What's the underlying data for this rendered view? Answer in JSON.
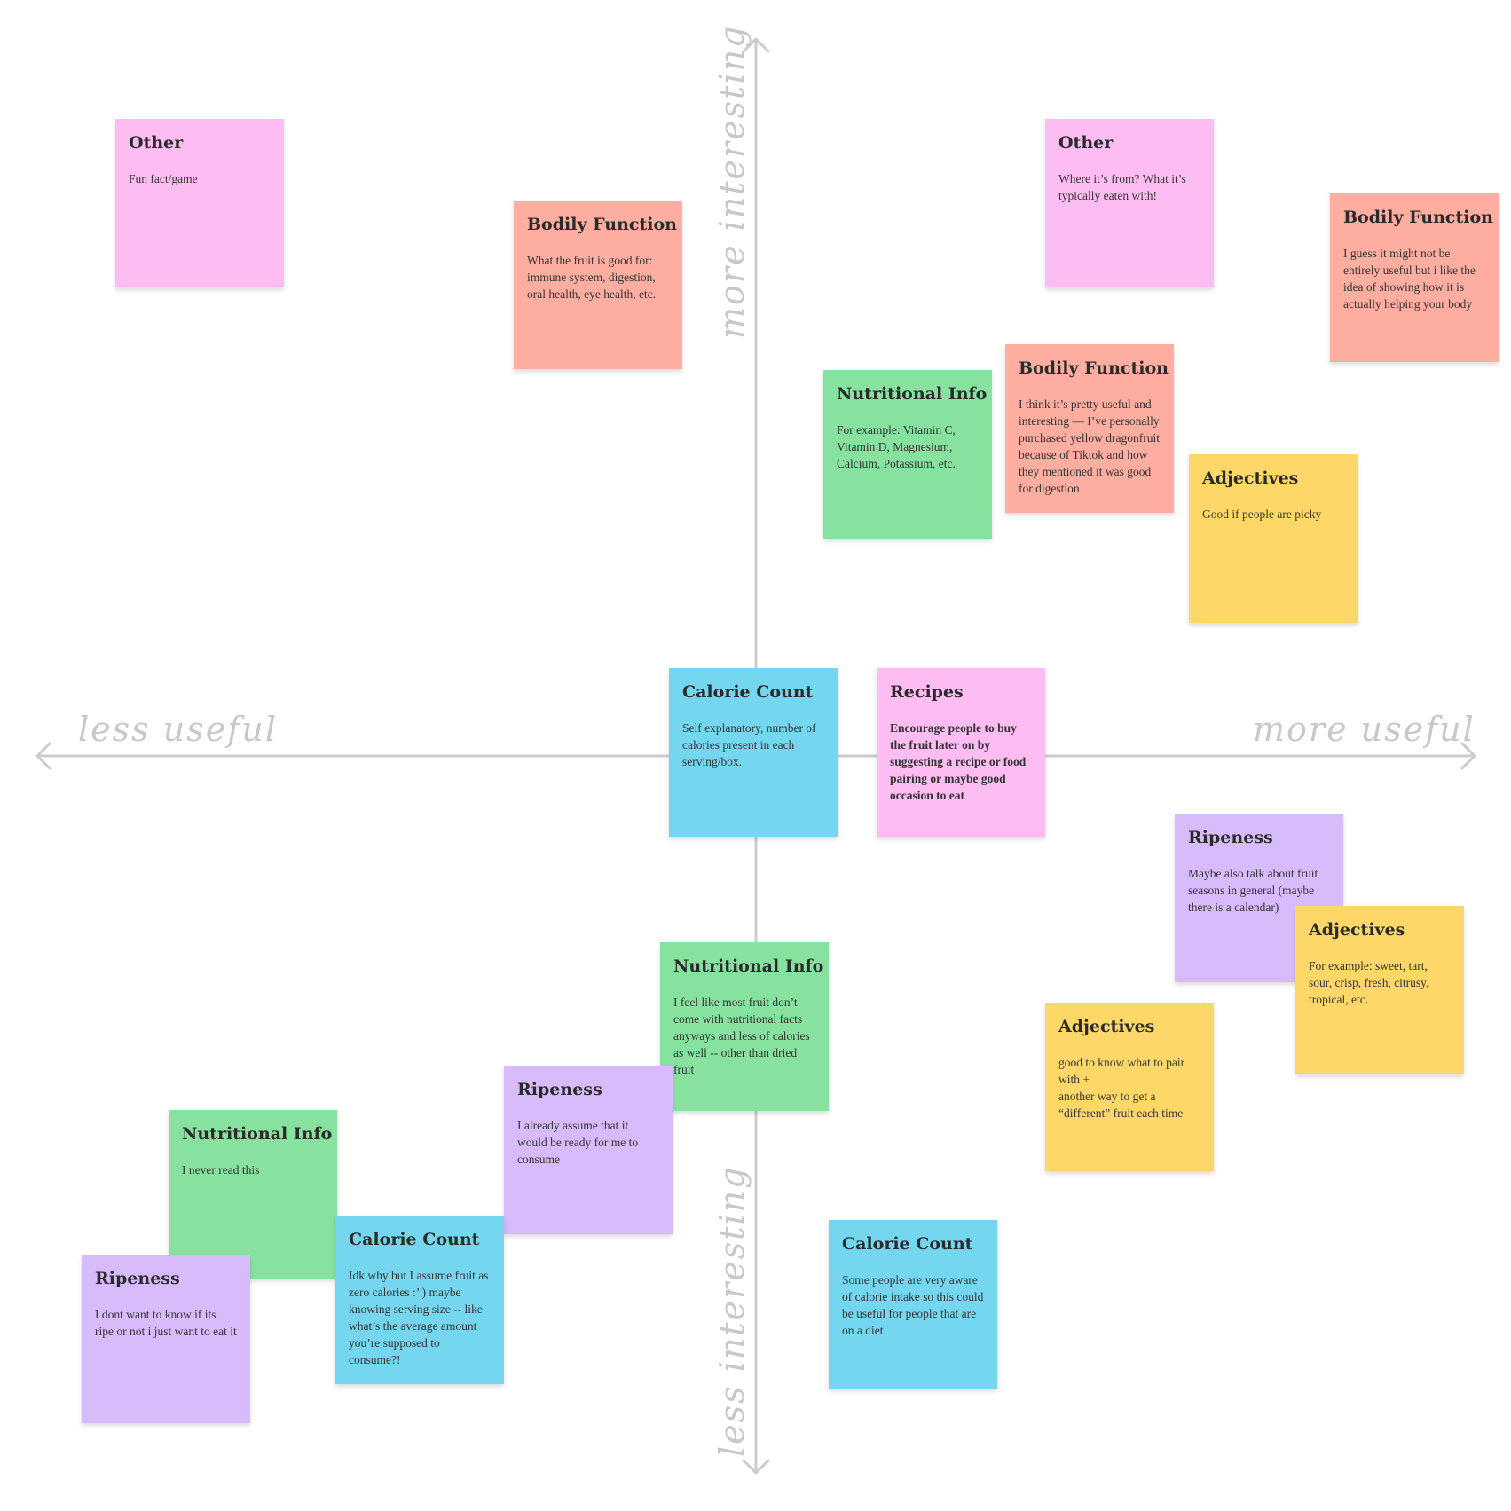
{
  "axes": {
    "y_top": "more interesting",
    "y_bottom": "less interesting",
    "x_left": "less useful",
    "x_right": "more useful"
  },
  "colors": {
    "pink": "#fdbdf2",
    "salmon": "#fdaea0",
    "green": "#87e2a0",
    "yellow": "#fdd869",
    "blue": "#74d6ef",
    "purple": "#d7bbfb",
    "axis": "#cccccc"
  },
  "notes": [
    {
      "title": "Other",
      "body": "Fun fact/game",
      "color": "pink"
    },
    {
      "title": "Bodily Function",
      "body": "What the fruit is good for: immune system, digestion, oral health, eye health, etc.",
      "color": "salmon"
    },
    {
      "title": "Other",
      "body": "Where it’s from? What it’s typically eaten with!",
      "color": "pink"
    },
    {
      "title": "Bodily Function",
      "body": "I guess it might not be entirely useful but i like the idea of showing how it is actually helping your body",
      "color": "salmon"
    },
    {
      "title": "Nutritional Info",
      "body": "For example: Vitamin C, Vitamin D, Magnesium, Calcium, Potassium, etc.",
      "color": "green"
    },
    {
      "title": "Bodily Function",
      "body": "I think it’s pretty useful and interesting — I’ve personally purchased yellow dragonfruit because of Tiktok and how they mentioned it was good for digestion",
      "color": "salmon"
    },
    {
      "title": "Adjectives",
      "body": "Good if people are picky",
      "color": "yellow"
    },
    {
      "title": "Calorie Count",
      "body": "Self explanatory, number of calories present in each serving/box.",
      "color": "blue"
    },
    {
      "title": "Recipes",
      "body": "Encourage people to buy the fruit later on by suggesting a recipe or food pairing or maybe good occasion to eat",
      "color": "pink",
      "bold": true
    },
    {
      "title": "Ripeness",
      "body": "Maybe also talk about fruit seasons in general (maybe there is a calendar)",
      "color": "purple"
    },
    {
      "title": "Adjectives",
      "body": "For example: sweet, tart, sour, crisp, fresh, citrusy, tropical, etc.",
      "color": "yellow"
    },
    {
      "title": "Adjectives",
      "body": "good to know what to pair with +\nanother way to get a “different” fruit each time",
      "color": "yellow"
    },
    {
      "title": "Nutritional Info",
      "body": "I feel like most fruit don’t come with nutritional facts anyways and less of calories as well -- other than dried fruit",
      "color": "green"
    },
    {
      "title": "Ripeness",
      "body": "I already assume that it would be ready for me to consume",
      "color": "purple"
    },
    {
      "title": "Nutritional Info",
      "body": "I never read this",
      "color": "green"
    },
    {
      "title": "Calorie Count",
      "body": "Idk why but I assume fruit as zero calories :’ ) maybe knowing serving size -- like what’s the average amount you’re supposed to consume?!",
      "color": "blue"
    },
    {
      "title": "Ripeness",
      "body": "I dont want to know if its ripe or not i just want to eat it",
      "color": "purple"
    },
    {
      "title": "Calorie Count",
      "body": "Some people are very aware of calorie intake so this could be useful for people that are on a diet",
      "color": "blue"
    }
  ]
}
